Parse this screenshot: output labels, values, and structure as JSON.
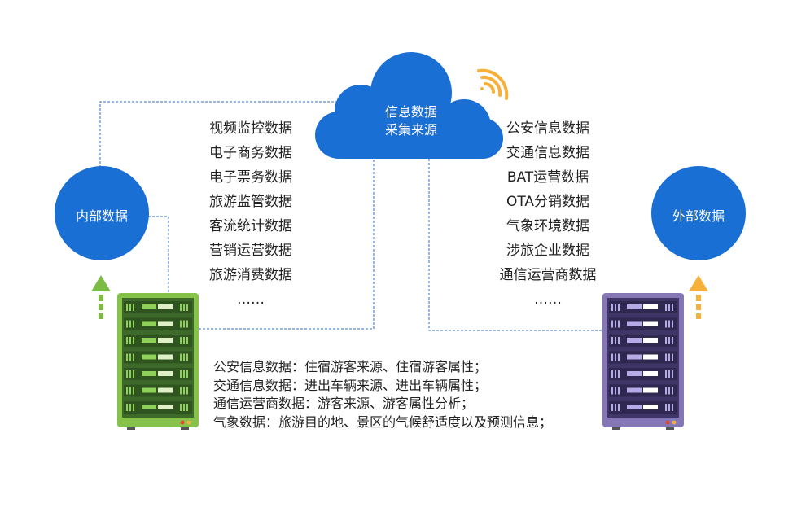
{
  "cloud": {
    "line1": "信息数据",
    "line2": "采集来源"
  },
  "internal": {
    "label": "内部数据"
  },
  "external": {
    "label": "外部数据"
  },
  "internal_sources": [
    "视频监控数据",
    "电子商务数据",
    "电子票务数据",
    "旅游监管数据",
    "客流统计数据",
    "营销运营数据",
    "旅游消费数据",
    "……"
  ],
  "external_sources": [
    "公安信息数据",
    "交通信息数据",
    "BAT运营数据",
    "OTA分销数据",
    "气象环境数据",
    "涉旅企业数据",
    "通信运营商数据",
    "……"
  ],
  "notes": [
    "公安信息数据：住宿游客来源、住宿游客属性；",
    "交通信息数据：进出车辆来源、进出车辆属性；",
    "通信运营商数据：游客来源、游客属性分析；",
    "气象数据：旅游目的地、景区的气候舒适度以及预测信息；"
  ],
  "colors": {
    "blue": "#1a6fd4",
    "green_server": "#86c24a",
    "purple_server": "#8577b6",
    "arrow_green": "#7cbc45",
    "arrow_orange": "#f6b13b",
    "dashed_line": "#2f6fc8"
  },
  "icons": [
    "wifi-icon",
    "upload-arrow-icon",
    "server-icon"
  ]
}
